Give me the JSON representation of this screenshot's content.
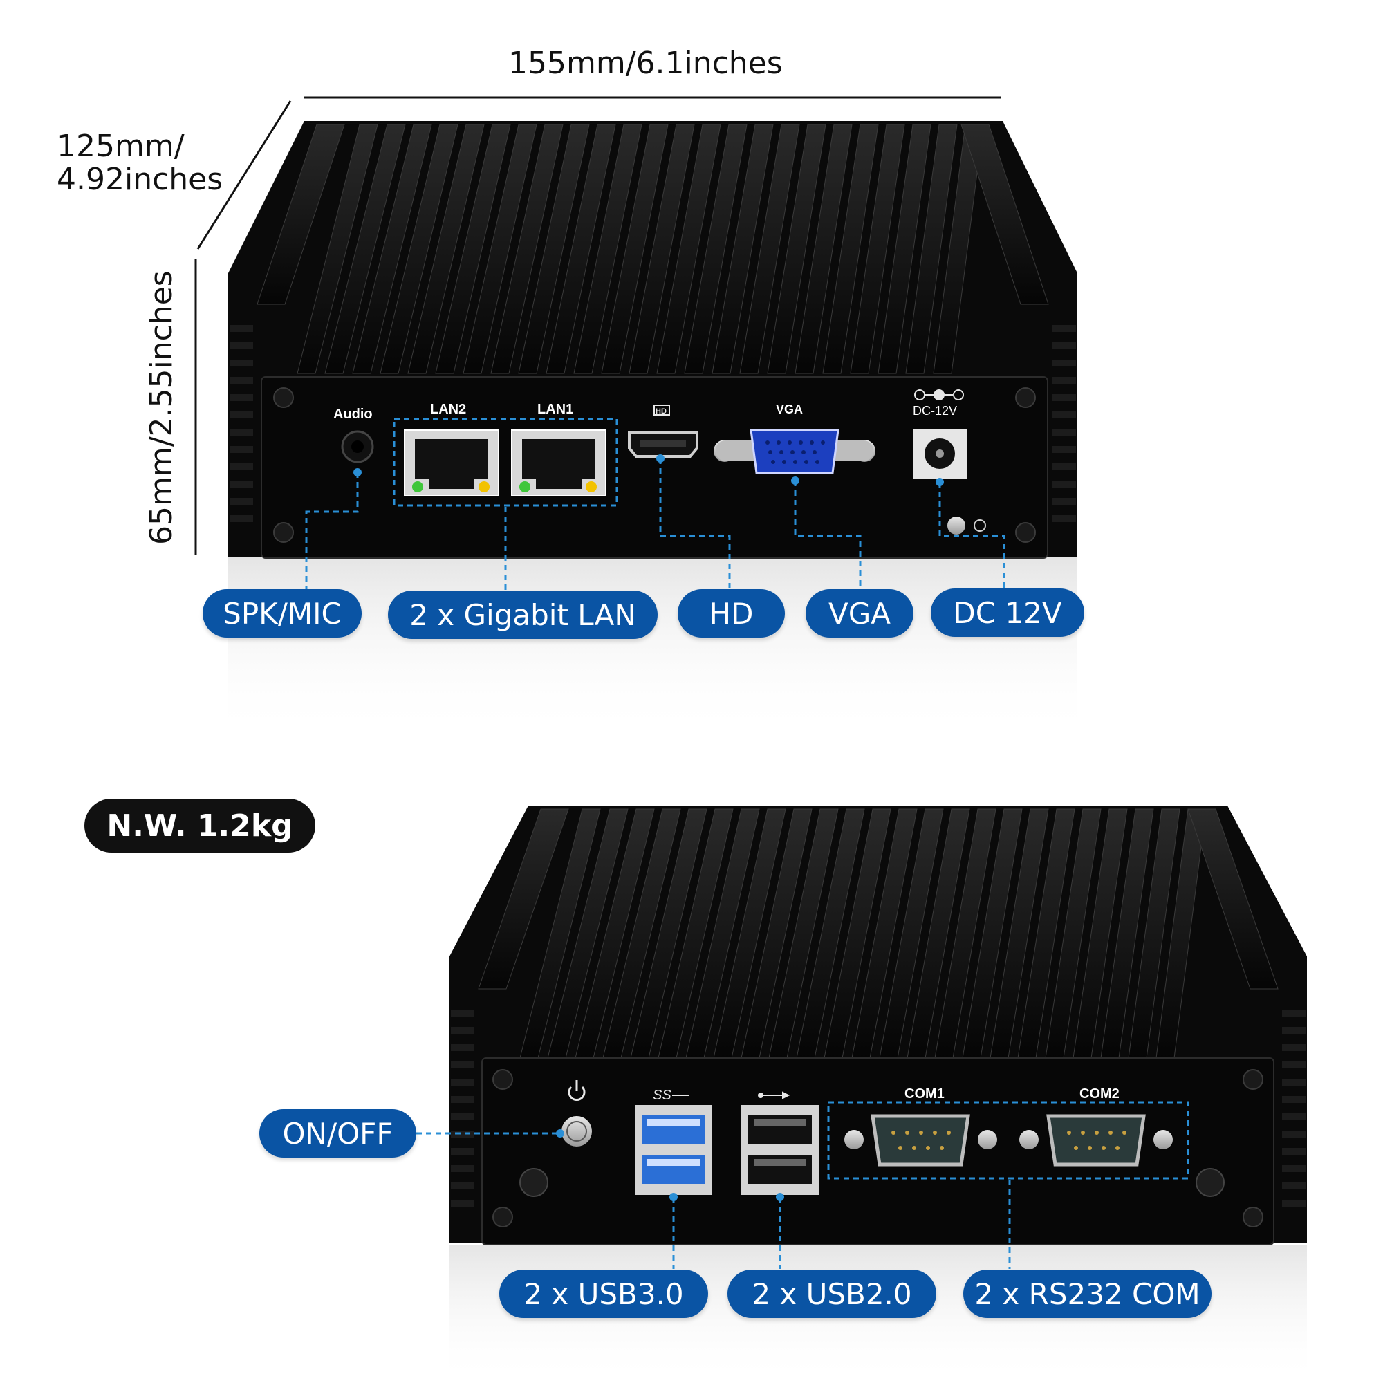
{
  "dimensions": {
    "width": "155mm/6.1inches",
    "depth_line1": "125mm/",
    "depth_line2": "4.92inches",
    "height": "65mm/2.55inches"
  },
  "weight": "N.W. 1.2kg",
  "front_panel_labels": {
    "audio": "Audio",
    "lan2": "LAN2",
    "lan1": "LAN1",
    "vga": "VGA",
    "dc": "DC-12V"
  },
  "back_panel_labels": {
    "com1": "COM1",
    "com2": "COM2"
  },
  "callouts_top": {
    "spk_mic": "SPK/MIC",
    "lan": "2 x Gigabit LAN",
    "hd": "HD",
    "vga": "VGA",
    "dc": "DC 12V"
  },
  "callouts_bottom": {
    "onoff": "ON/OFF",
    "usb3": "2 x USB3.0",
    "usb2": "2 x USB2.0",
    "com": "2 x RS232 COM"
  },
  "colors": {
    "callout_blue": "#0a54a4",
    "leader_blue": "#2a8fd6",
    "chassis": "#0b0b0b",
    "vga_port": "#1c3fbf",
    "usb3_blue": "#2b6fd6"
  }
}
